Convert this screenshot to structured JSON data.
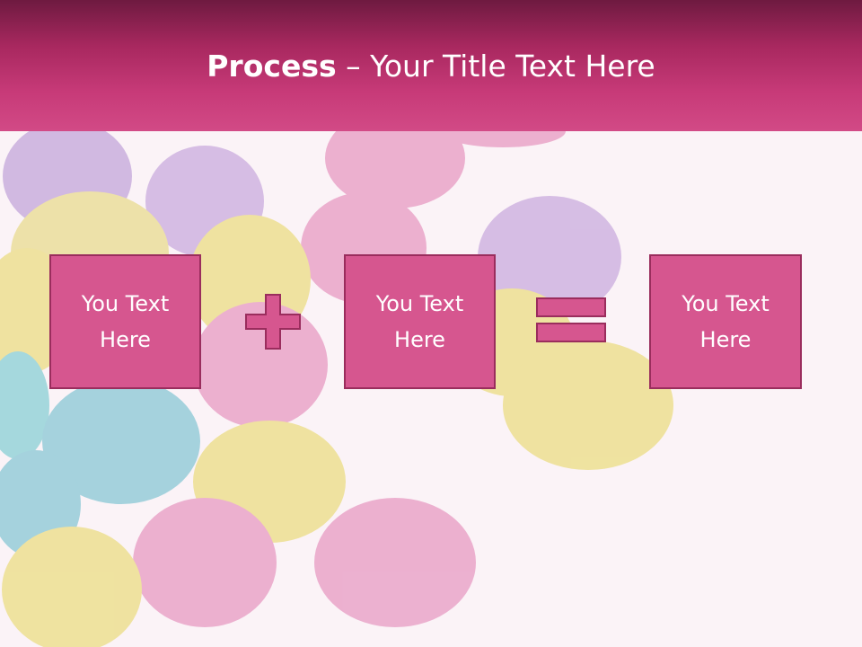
{
  "header": {
    "title_bold": "Process",
    "title_rest": " – Your Title Text Here"
  },
  "process": {
    "box1": "You Text\nHere",
    "box2": "You Text\nHere",
    "box3": "You Text\nHere",
    "plus_icon": "plus-icon",
    "equals_icon": "equals-icon"
  },
  "colors": {
    "header_top": "#6e1a40",
    "header_bottom": "#d24a86",
    "box_fill": "#d6568f",
    "box_border": "#9a2d5d",
    "background": "#fbf3f7"
  }
}
